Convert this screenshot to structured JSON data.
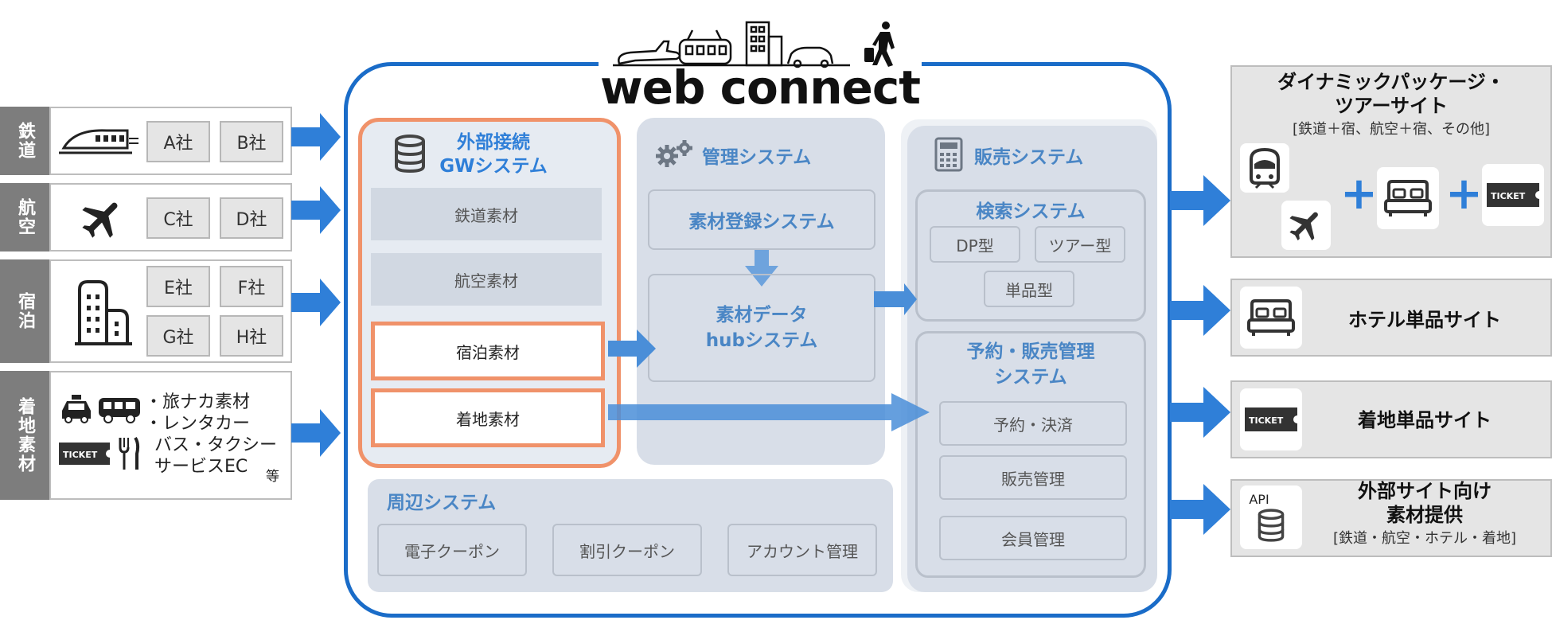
{
  "logo": {
    "text": "web connect"
  },
  "suppliers": [
    {
      "category": "鉄道",
      "icon": "train-icon",
      "companies": [
        "A社",
        "B社"
      ]
    },
    {
      "category": "航空",
      "icon": "airplane-icon",
      "companies": [
        "C社",
        "D社"
      ]
    },
    {
      "category": "宿泊",
      "icon": "building-icon",
      "companies": [
        "E社",
        "F社",
        "G社",
        "H社"
      ]
    },
    {
      "category": "着地素材",
      "icons": [
        "taxi-icon",
        "bus-icon",
        "ticket-icon",
        "fork-knife-icon"
      ],
      "items": [
        "・旅ナカ素材",
        "・レンタカー",
        "バス・タクシー",
        "サービスEC"
      ],
      "suffix": "等"
    }
  ],
  "gw_system": {
    "title_line1": "外部接続",
    "title_line2": "GWシステム",
    "icon": "database-icon",
    "materials": [
      "鉄道素材",
      "航空素材",
      "宿泊素材",
      "着地素材"
    ]
  },
  "management": {
    "title": "管理システム",
    "icon": "gears-icon",
    "registration": "素材登録システム",
    "hub_line1": "素材データ",
    "hub_line2": "hubシステム"
  },
  "peripheral": {
    "title": "周辺システム",
    "items": [
      "電子クーポン",
      "割引クーポン",
      "アカウント管理"
    ]
  },
  "sales": {
    "title": "販売システム",
    "icon": "calculator-icon",
    "search": {
      "title": "検索システム",
      "items": [
        "DP型",
        "ツアー型",
        "単品型"
      ]
    },
    "booking": {
      "title_line1": "予約・販売管理",
      "title_line2": "システム",
      "items": [
        "予約・決済",
        "販売管理",
        "会員管理"
      ]
    }
  },
  "outputs": [
    {
      "title_line1": "ダイナミックパッケージ・",
      "title_line2": "ツアーサイト",
      "sub": "[鉄道＋宿、航空＋宿、その他]"
    },
    {
      "title": "ホテル単品サイト"
    },
    {
      "title": "着地単品サイト",
      "ticket_label": "TICKET"
    },
    {
      "title_line1": "外部サイト向け",
      "title_line2": "素材提供",
      "sub": "[鉄道・航空・ホテル・着地]",
      "api_label": "API"
    }
  ],
  "ticket_label": "TICKET",
  "colors": {
    "frame_blue": "#1a6cc8",
    "arrow_blue": "#2f7fd8",
    "orange": "#f0926a",
    "panel": "#d8dee8",
    "text_blue": "#4a86c5"
  }
}
